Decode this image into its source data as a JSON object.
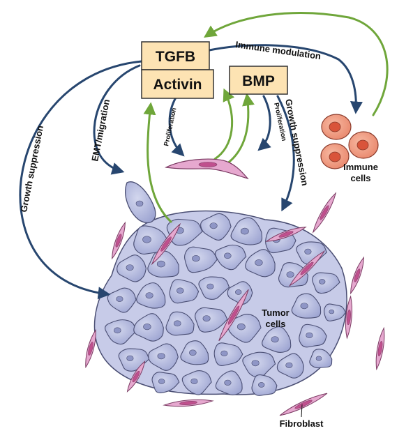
{
  "boxes": {
    "tgfb": "TGFB",
    "activin": "Activin",
    "bmp": "BMP"
  },
  "arrow_labels": {
    "immune_modulation": "Immune modulation",
    "emt_migration": "EMT/migration",
    "growth_suppression_left": "Growth suppression",
    "growth_suppression_right": "Growth suppression",
    "proliferation_left": "Proliferation",
    "proliferation_right": "Proliferation"
  },
  "cell_labels": {
    "immune_line1": "Immune",
    "immune_line2": "cells",
    "tumor_line1": "Tumor",
    "tumor_line2": "cells",
    "fibroblast": "Fibroblast"
  },
  "colors": {
    "box_fill": "#fde3b3",
    "box_stroke": "#333333",
    "blue_arrow": "#27466f",
    "green_arrow": "#6fa63a",
    "tumor_fill": "#b9bfe0",
    "tumor_stroke": "#4a4e73",
    "fibroblast_fill": "#e6a8cf",
    "fibroblast_nucleus": "#c0508e",
    "immune_fill": "#f3a084",
    "immune_nucleus": "#d9543a"
  }
}
